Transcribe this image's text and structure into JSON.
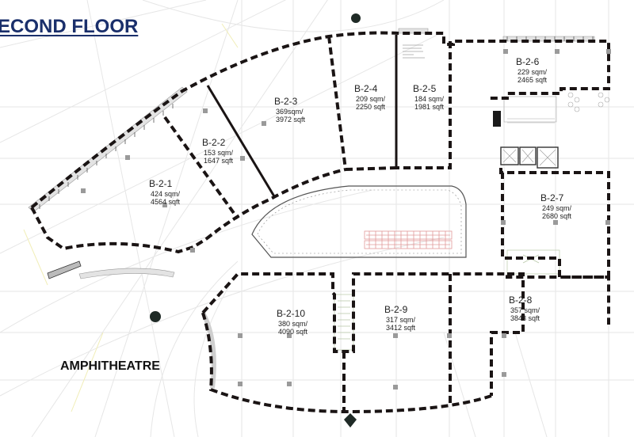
{
  "header": {
    "title": "ECOND FLOOR"
  },
  "labels": {
    "amphitheatre": "AMPHITHEATRE"
  },
  "colors": {
    "title": "#1a2f6b",
    "boundary": "#1a1414",
    "grid": "#e4e4e4",
    "escalator": "#e8a0a0"
  },
  "units": [
    {
      "id": "B-2-1",
      "sqm": "424 sqm/",
      "sqft": "4564 sqft"
    },
    {
      "id": "B-2-2",
      "sqm": "153 sqm/",
      "sqft": "1647 sqft"
    },
    {
      "id": "B-2-3",
      "sqm": "369sqm/",
      "sqft": "3972 sqft"
    },
    {
      "id": "B-2-4",
      "sqm": "209 sqm/",
      "sqft": "2250 sqft"
    },
    {
      "id": "B-2-5",
      "sqm": "184 sqm/",
      "sqft": "1981 sqft"
    },
    {
      "id": "B-2-6",
      "sqm": "229 sqm/",
      "sqft": "2465 sqft"
    },
    {
      "id": "B-2-7",
      "sqm": "249 sqm/",
      "sqft": "2680 sqft"
    },
    {
      "id": "B-2-8",
      "sqm": "357 sqm/",
      "sqft": "3843 sqft"
    },
    {
      "id": "B-2-9",
      "sqm": "317 sqm/",
      "sqft": "3412 sqft"
    },
    {
      "id": "B-2-10",
      "sqm": "380 sqm/",
      "sqft": "4090 sqft"
    }
  ]
}
